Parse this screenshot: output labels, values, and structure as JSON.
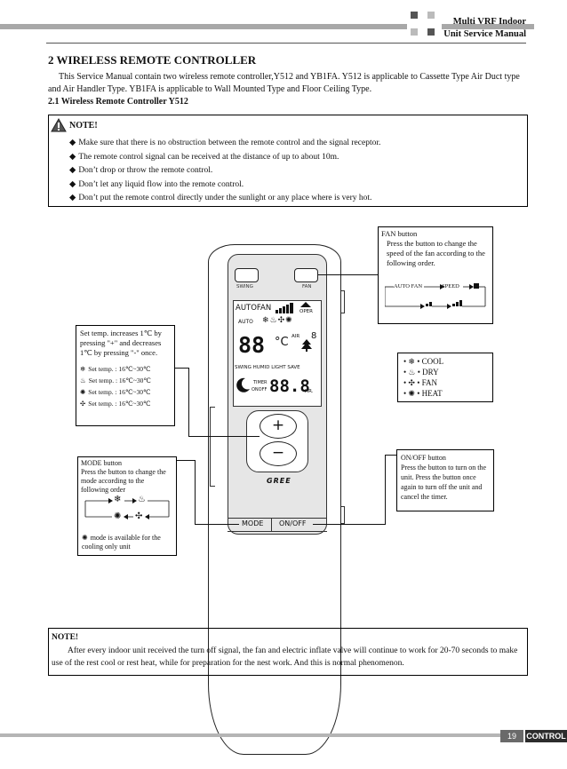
{
  "header": {
    "line1": "Multi VRF Indoor",
    "line2": "Unit Service Manual"
  },
  "section_title": "2 WIRELESS REMOTE CONTROLLER",
  "intro": "This Service Manual contain two wireless remote controller,Y512 and YB1FA. Y512 is applicable to Cassette Type Air Duct type and Air Handler Type. YB1FA  is applicable to Wall Mounted Type and Floor Ceiling Type.",
  "subsection_title": "2.1 Wireless Remote Controller Y512",
  "note1": {
    "heading": "NOTE!",
    "items": [
      "Make sure that there is no obstruction between the remote control and the signal receptor.",
      "The remote control signal can be received at the distance of up to about 10m.",
      "Don’t drop or throw the remote control.",
      "Don’t let any liquid flow into the remote control.",
      "Don’t put the remote control directly under the sunlight or any place where is very hot."
    ]
  },
  "remote": {
    "swing_label": "SWING",
    "fan_label": "FAN",
    "lcd_autofan": "AUTOFAN",
    "lcd_auto": "AUTO",
    "lcd_oper": "OPER",
    "lcd_temp": "88",
    "lcd_unit": "°C",
    "lcd_air": "AIR",
    "lcd_status": "SWING  HUMID  LIGHT  SAVE",
    "lcd_timer": "TIMER",
    "lcd_onoff": "ONOFF",
    "lcd_time": "88.8",
    "lcd_hr": "HR.",
    "plus": "+",
    "minus": "−",
    "brand": "GREE",
    "mode_label": "MODE",
    "onoff_label": "ON/OFF"
  },
  "fan_callout": {
    "title": "FAN button",
    "text": "Press the button to change the speed of the fan according to the following order.",
    "seq_start": "AUTO FAN",
    "seq_mid": "SPEED"
  },
  "settemp_callout": {
    "text": "Set temp. increases 1℃ by pressing \"+\" and decreases 1℃ by pressing \"-\" once.",
    "rows": [
      "Set temp. : 16℃~30℃",
      "Set temp. : 16℃~30℃",
      "Set temp. : 16℃~30℃",
      "Set temp. : 16℃~30℃"
    ]
  },
  "modes_legend": [
    "COOL",
    "DRY",
    "FAN",
    "HEAT"
  ],
  "onoff_callout": {
    "title": "ON/OFF button",
    "text": "Press the button to turn on the unit. Press the button once again to turn off the unit and cancel the timer."
  },
  "mode_callout": {
    "title": "MODE button",
    "text": "Press the button to change the mode according to the following order",
    "foot": "mode is available for the cooling only unit"
  },
  "note2": {
    "heading": "NOTE!",
    "text": "After every indoor unit received the turn off signal, the fan and electric inflate valve will continue to work for 20-70 seconds to make use of the rest cool or rest heat, while for preparation for the nest work. And this is normal phenomenon."
  },
  "footer": {
    "page": "19",
    "section": "CONTROL"
  }
}
